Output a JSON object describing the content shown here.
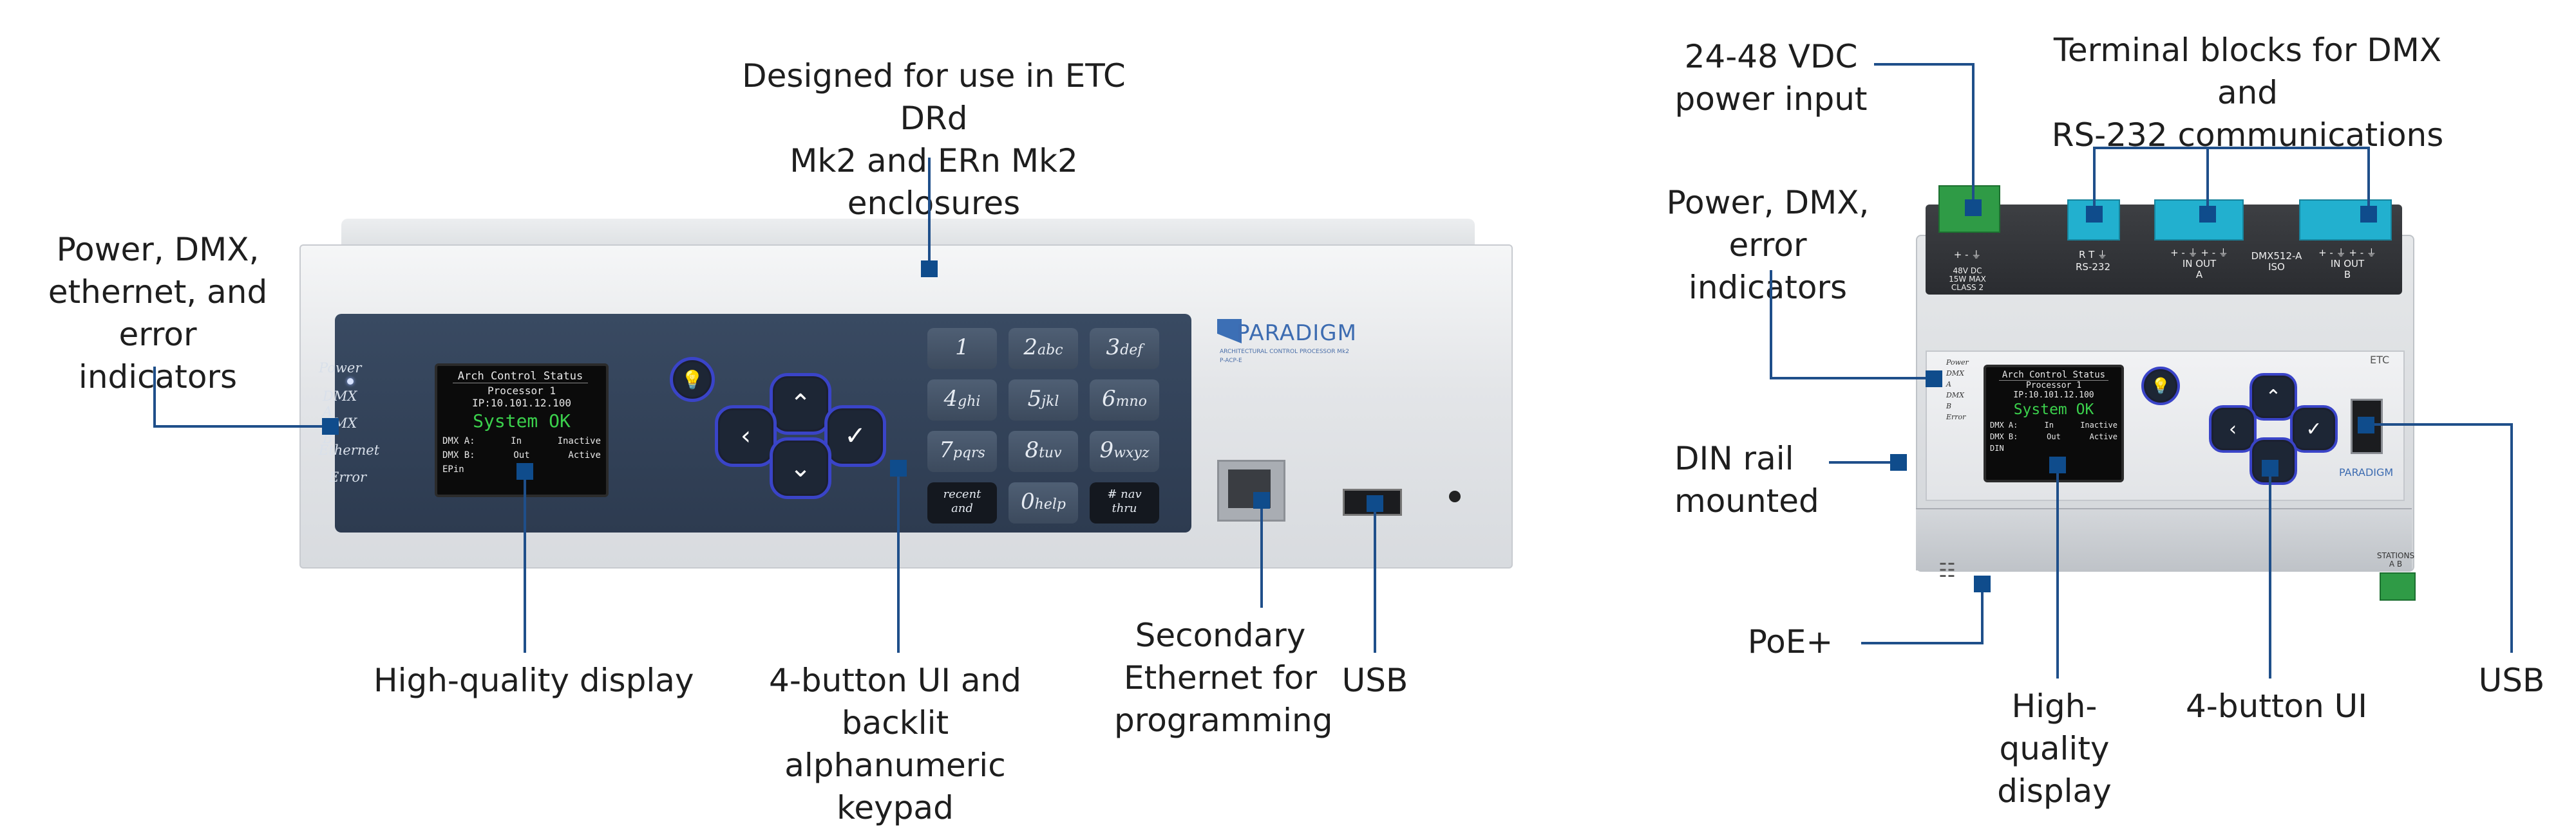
{
  "left_device": {
    "callouts": {
      "enclosure": "Designed for use in ETC DRd\nMk2 and ERn Mk2 enclosures",
      "indicators": "Power, DMX,\nethernet, and\nerror indicators",
      "display": "High-quality display",
      "keypad": "4-button UI and\nbacklit alphanumeric\nkeypad",
      "ethernet": "Secondary\nEthernet for\nprogramming",
      "usb": "USB"
    },
    "indicator_labels": [
      "Power",
      "DMX A",
      "DMX B",
      "Ethernet",
      "Error"
    ],
    "screen": {
      "title": "Arch Control Status",
      "line1": "Processor 1",
      "line2": "IP:10.101.12.100",
      "status": "System OK",
      "rows": [
        {
          "label": "DMX A:",
          "mid": "In",
          "right": "Inactive"
        },
        {
          "label": "DMX B:",
          "mid": "Out",
          "right": "Active"
        },
        {
          "label": "EPin",
          "mid": "",
          "right": ""
        }
      ]
    },
    "keypad": [
      {
        "num": "1",
        "let": ""
      },
      {
        "num": "2",
        "let": "abc"
      },
      {
        "num": "3",
        "let": "def"
      },
      {
        "num": "4",
        "let": "ghi"
      },
      {
        "num": "5",
        "let": "jkl"
      },
      {
        "num": "6",
        "let": "mno"
      },
      {
        "num": "7",
        "let": "pqrs"
      },
      {
        "num": "8",
        "let": "tuv"
      },
      {
        "num": "9",
        "let": "wxyz"
      },
      {
        "num": "",
        "let": "recent\nand"
      },
      {
        "num": "0",
        "let": "help"
      },
      {
        "num": "",
        "let": "# nav\nthru"
      }
    ],
    "brand": {
      "name": "PARADIGM",
      "sub": "ARCHITECTURAL CONTROL PROCESSOR Mk2",
      "model": "P-ACP-E"
    }
  },
  "right_device": {
    "callouts": {
      "power_input": "24-48 VDC\npower input",
      "terminal_blocks": "Terminal blocks for DMX and\nRS-232 communications",
      "indicators": "Power, DMX,\nerror indicators",
      "din_rail": "DIN rail\nmounted",
      "poe": "PoE+",
      "display": "High-quality\ndisplay",
      "ui": "4-button UI",
      "usb": "USB"
    },
    "indicator_labels": [
      "Power",
      "DMX A",
      "DMX B",
      "Error"
    ],
    "terminal_labels": {
      "power": "+ - ⏚",
      "power_spec": "48V DC\n15W MAX\nCLASS 2",
      "rs232": "R T ⏚\nRS-232",
      "dmx_a": "+ - ⏚ + - ⏚\nIN OUT\nA",
      "dmx_b_head": "DMX512-A\nISO",
      "dmx_b": "+ - ⏚ + - ⏚\nIN OUT\nB",
      "stations": "STATIONS\nA B"
    },
    "screen": {
      "title": "Arch Control Status",
      "line1": "Processor 1",
      "line2": "IP:10.101.12.100",
      "status": "System OK",
      "rows": [
        {
          "label": "DMX A:",
          "mid": "In",
          "right": "Inactive"
        },
        {
          "label": "DMX B:",
          "mid": "Out",
          "right": "Active"
        },
        {
          "label": "DIN",
          "mid": "",
          "right": ""
        }
      ]
    },
    "brand": {
      "name": "PARADIGM",
      "etc": "ETC"
    }
  }
}
